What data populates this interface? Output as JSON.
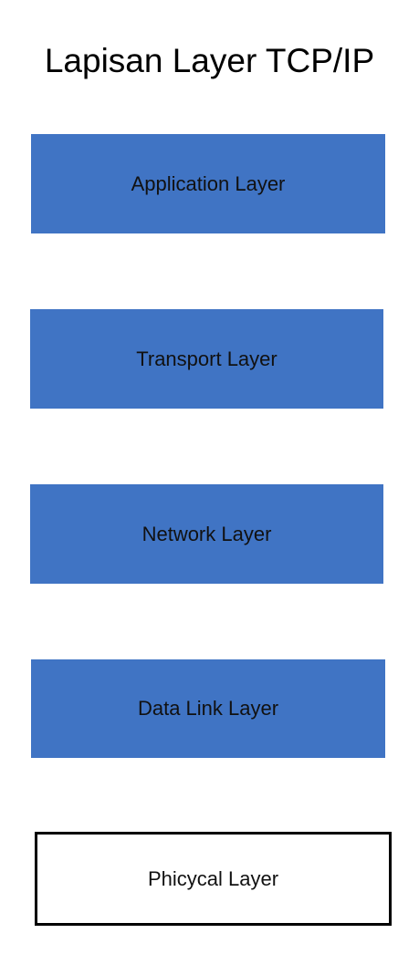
{
  "diagram": {
    "title": "Lapisan Layer TCP/IP",
    "fill_color": "#4074c4",
    "outline_color": "#000000",
    "layers": [
      {
        "label": "Application Layer",
        "style": "filled"
      },
      {
        "label": "Transport Layer",
        "style": "filled"
      },
      {
        "label": "Network Layer",
        "style": "filled"
      },
      {
        "label": "Data Link Layer",
        "style": "filled"
      },
      {
        "label": "Phicycal Layer",
        "style": "outlined"
      }
    ]
  }
}
